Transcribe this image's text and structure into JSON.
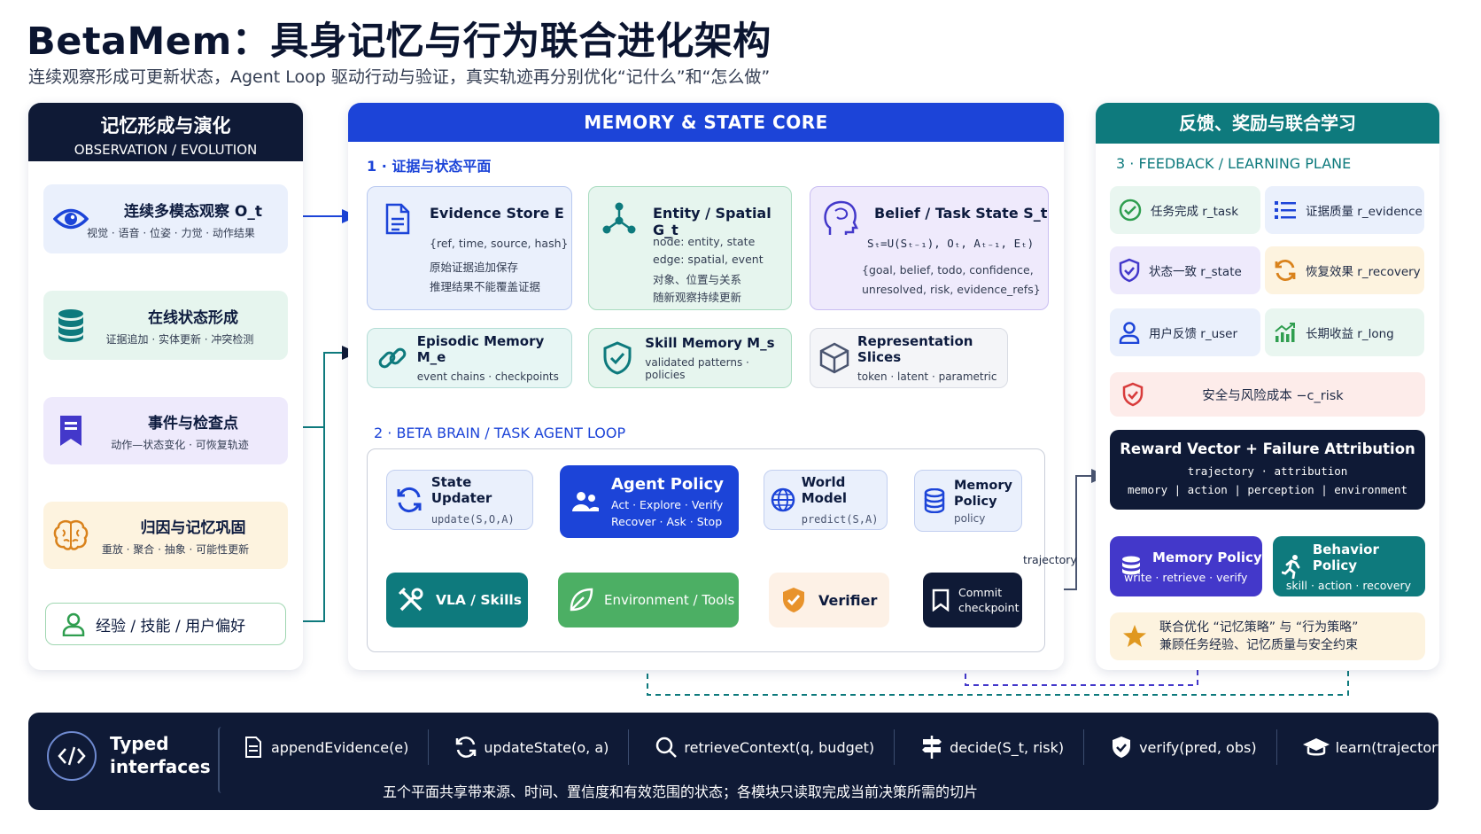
{
  "header": {
    "title": "BetaMem：具身记忆与行为联合进化架构",
    "subtitle": "连续观察形成可更新状态，Agent Loop 驱动行动与验证，真实轨迹再分别优化“记什么”和“怎么做”"
  },
  "left": {
    "title_cn": "记忆形成与演化",
    "title_en": "OBSERVATION / EVOLUTION",
    "steps": [
      {
        "title": "连续多模态观察 O_t",
        "sub": "视觉 · 语音 · 位姿 · 力觉 · 动作结果",
        "icon": "eye-icon"
      },
      {
        "title": "在线状态形成",
        "sub": "证据追加 · 实体更新 · 冲突检测",
        "icon": "database-icon"
      },
      {
        "title": "事件与检查点",
        "sub": "动作—状态变化 · 可恢复轨迹",
        "icon": "bookmark-icon"
      },
      {
        "title": "归因与记忆巩固",
        "sub": "重放 · 聚合 · 抽象 · 可能性更新",
        "icon": "brain-icon"
      }
    ],
    "last": "经验 / 技能 / 用户偏好"
  },
  "core": {
    "title": "MEMORY & STATE CORE",
    "section1": "1 · 证据与状态平面",
    "evidence": {
      "title": "Evidence Store E",
      "l1": "{ref, time, source, hash}",
      "l2": "原始证据追加保存",
      "l3": "推理结果不能覆盖证据"
    },
    "entity": {
      "title": "Entity / Spatial G_t",
      "l1": "node:  entity, state",
      "l2": "edge:  spatial, event",
      "l3": "对象、位置与关系",
      "l4": "随新观察持续更新"
    },
    "belief": {
      "title": "Belief / Task State S_t",
      "formula": "Sₜ=U(Sₜ₋₁), Oₜ, Aₜ₋₁, Eₜ)",
      "l1": "{goal, belief, todo, confidence,",
      "l2": "unresolved, risk, evidence_refs}"
    },
    "episodic": {
      "title": "Episodic Memory M_e",
      "sub": "event chains · checkpoints"
    },
    "skill": {
      "title": "Skill Memory M_s",
      "sub": "validated patterns · policies"
    },
    "repr": {
      "title": "Representation Slices",
      "sub": "token · latent · parametric"
    },
    "section2": "2 · BETA BRAIN / TASK AGENT LOOP",
    "state_updater": {
      "title": "State Updater",
      "sub": "update(S,O,A)"
    },
    "agent_policy": {
      "title": "Agent Policy",
      "l1": "Act · Explore · Verify",
      "l2": "Recover · Ask · Stop"
    },
    "world_model": {
      "title": "World Model",
      "sub": "predict(S,A)"
    },
    "memory_policy": {
      "title1": "Memory",
      "title2": "Policy",
      "sub": "policy"
    },
    "vla": "VLA / Skills",
    "env": "Environment / Tools",
    "verifier": "Verifier",
    "commit": {
      "l1": "Commit",
      "l2": "checkpoint"
    },
    "trajectory": "trajectory"
  },
  "right": {
    "title": "反馈、奖励与联合学习",
    "section3": "3 · FEEDBACK / LEARNING PLANE",
    "rewards": [
      {
        "label": "任务完成 r_task",
        "icon": "check-circle-icon"
      },
      {
        "label": "证据质量 r_evidence",
        "icon": "list-icon"
      },
      {
        "label": "状态一致 r_state",
        "icon": "shield-check-icon"
      },
      {
        "label": "恢复效果 r_recovery",
        "icon": "refresh-icon"
      },
      {
        "label": "用户反馈 r_user",
        "icon": "user-icon"
      },
      {
        "label": "长期收益 r_long",
        "icon": "chart-up-icon"
      }
    ],
    "risk": "安全与风险成本 −c_risk",
    "reward_vector": {
      "title": "Reward Vector + Failure Attribution",
      "l1": "trajectory · attribution",
      "l2": "memory | action | perception | environment"
    },
    "memory_policy": {
      "title": "Memory Policy",
      "sub": "write · retrieve · verify"
    },
    "behavior_policy": {
      "title": "Behavior Policy",
      "sub": "skill · action · recovery"
    },
    "joint": {
      "l1": "联合优化 “记忆策略” 与 “行为策略”",
      "l2": "兼顾任务经验、记忆质量与安全约束"
    }
  },
  "footer": {
    "label1": "Typed",
    "label2": "interfaces",
    "items": [
      "appendEvidence(e)",
      "updateState(o, a)",
      "retrieveContext(q, budget)",
      "decide(S_t, risk)",
      "verify(pred, obs)",
      "learn(trajectory, R)"
    ],
    "note": "五个平面共享带来源、时间、置信度和有效范围的状态；各模块只读取完成当前决策所需的切片"
  },
  "colors": {
    "navy": "#0f1a36",
    "blue": "#1c44d8",
    "teal": "#0e7a7d",
    "green": "#4caf64",
    "purple": "#4338ca"
  }
}
